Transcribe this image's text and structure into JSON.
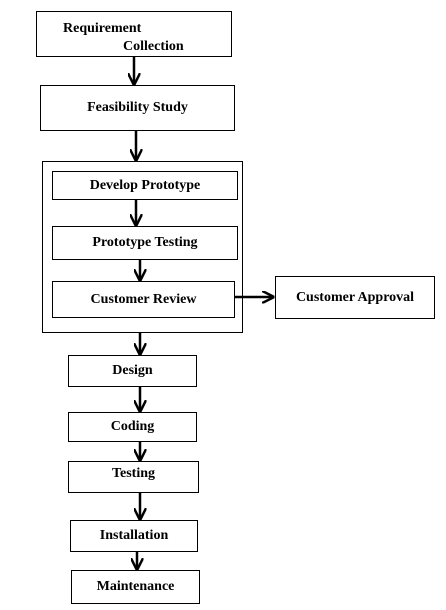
{
  "diagram": {
    "nodes": {
      "requirement_collection": {
        "line1": "Requirement",
        "line2": "Collection"
      },
      "feasibility_study": "Feasibility Study",
      "develop_prototype": "Develop Prototype",
      "prototype_testing": "Prototype Testing",
      "customer_review": "Customer Review",
      "customer_approval": "Customer Approval",
      "design": "Design",
      "coding": "Coding",
      "testing": "Testing",
      "installation": "Installation",
      "maintenance": "Maintenance"
    },
    "edges": [
      [
        "requirement_collection",
        "feasibility_study"
      ],
      [
        "feasibility_study",
        "prototype_group"
      ],
      [
        "develop_prototype",
        "prototype_testing"
      ],
      [
        "prototype_testing",
        "customer_review"
      ],
      [
        "customer_review",
        "customer_approval"
      ],
      [
        "prototype_group",
        "design"
      ],
      [
        "design",
        "coding"
      ],
      [
        "coding",
        "testing"
      ],
      [
        "testing",
        "installation"
      ],
      [
        "installation",
        "maintenance"
      ]
    ]
  }
}
